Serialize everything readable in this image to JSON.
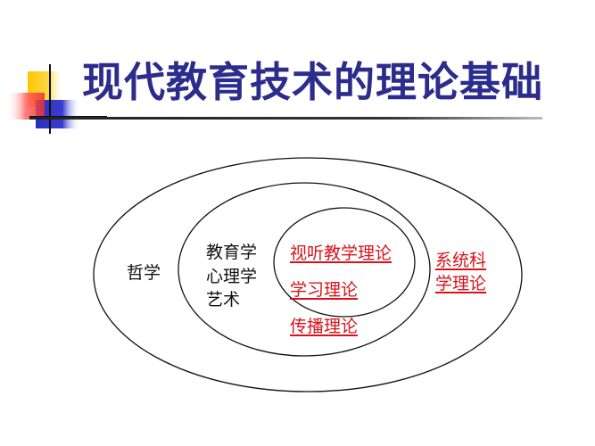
{
  "slide": {
    "title": "现代教育技术的理论基础"
  },
  "diagram": {
    "type": "nested-ellipses",
    "rings": [
      {
        "name": "outer",
        "label": "哲学"
      },
      {
        "name": "middle",
        "lines": [
          "教育学",
          "心理学",
          "艺术"
        ]
      },
      {
        "name": "inner",
        "links": [
          "视听教学理论",
          "学习理论"
        ]
      }
    ],
    "links": {
      "av_teaching": "视听教学理论",
      "learning": "学习理论",
      "communication": "传播理论",
      "systems_line1": "系统科",
      "systems_line2": "学理论"
    },
    "labels": {
      "philosophy": "哲学",
      "education": "教育学",
      "psychology": "心理学",
      "art": "艺术"
    },
    "colors": {
      "title": "#2c2c8c",
      "link": "#d9121a",
      "line": "#111111"
    }
  }
}
